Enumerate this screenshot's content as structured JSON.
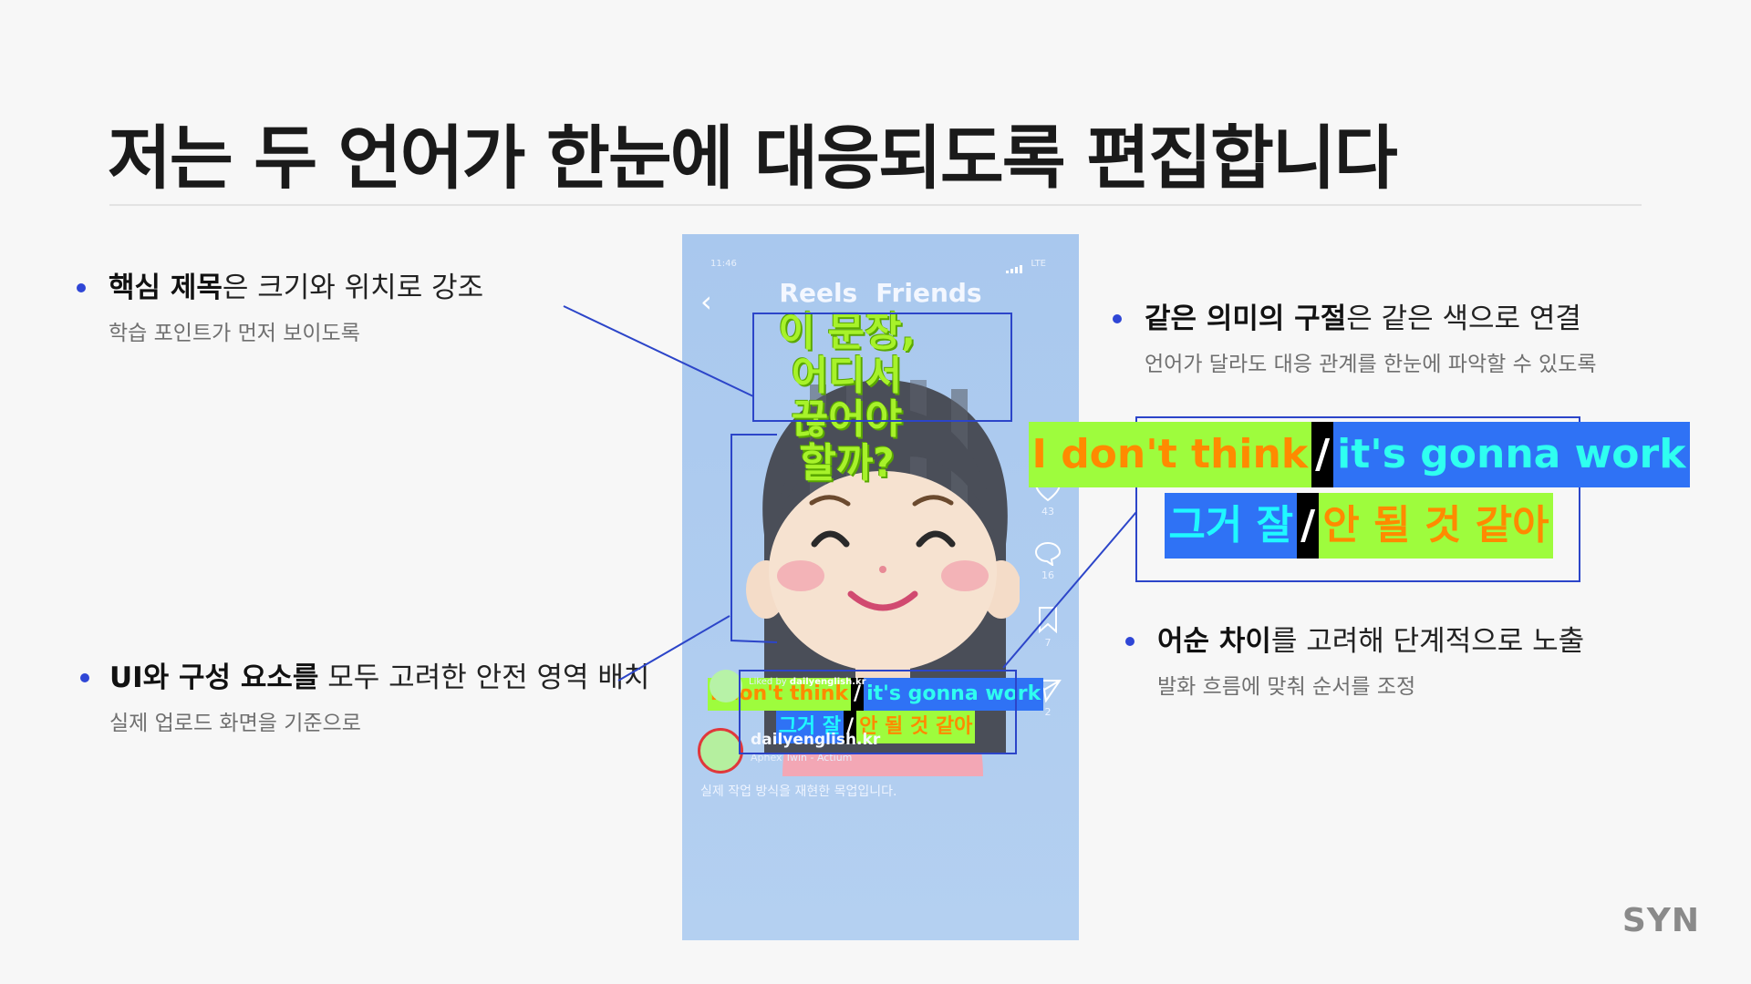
{
  "slide": {
    "title": "저는 두 언어가 한눈에 대응되도록 편집합니다",
    "logo": "SYN"
  },
  "callouts": {
    "left_top": {
      "bold": "핵심 제목",
      "rest": "은 크기와 위치로 강조",
      "sub": "학습 포인트가 먼저 보이도록"
    },
    "left_bottom": {
      "bold": "UI와 구성 요소를",
      "rest": " 모두 고려한 안전 영역 배치",
      "sub": "실제 업로드 화면을 기준으로"
    },
    "right_top": {
      "bold": "같은 의미의 구절",
      "rest": "은 같은 색으로 연결",
      "sub": "언어가 달라도 대응 관계를 한눈에 파악할 수 있도록"
    },
    "right_bottom": {
      "bold": "어순 차이",
      "rest": "를 고려해 단계적으로 노출",
      "sub": "발화 흐름에 맞춰 순서를 조정"
    }
  },
  "phone": {
    "time": "11:46",
    "network": "LTE",
    "tabs": [
      "Reels",
      "Friends"
    ],
    "hook_title": "이 문장, 어디서 끊어야 할까?",
    "actions": [
      {
        "icon": "heart-icon",
        "count": "43"
      },
      {
        "icon": "comment-icon",
        "count": "16"
      },
      {
        "icon": "bookmark-icon",
        "count": "7"
      },
      {
        "icon": "send-icon",
        "count": "2"
      }
    ],
    "liked_by_prefix": "Liked by",
    "liked_by_user": "dailyenglish.kr",
    "account": "dailyenglish.kr",
    "music": "Aphex Twin - Actium",
    "caption": "실제 작업 방식을 재현한 목업입니다."
  },
  "subtitle": {
    "en_a": "I don't think",
    "separator": "/",
    "en_b": "it's gonna work",
    "ko_a": "그거 잘",
    "ko_b": "안 될 것 같아"
  },
  "colors": {
    "accent_blue": "#2c45c9",
    "subtitle_green": "#9efc3d",
    "subtitle_orange": "#ff8a00",
    "subtitle_blue": "#2f72f5",
    "subtitle_cyan": "#2ffff0",
    "phone_bg": "#a9c8ee"
  }
}
